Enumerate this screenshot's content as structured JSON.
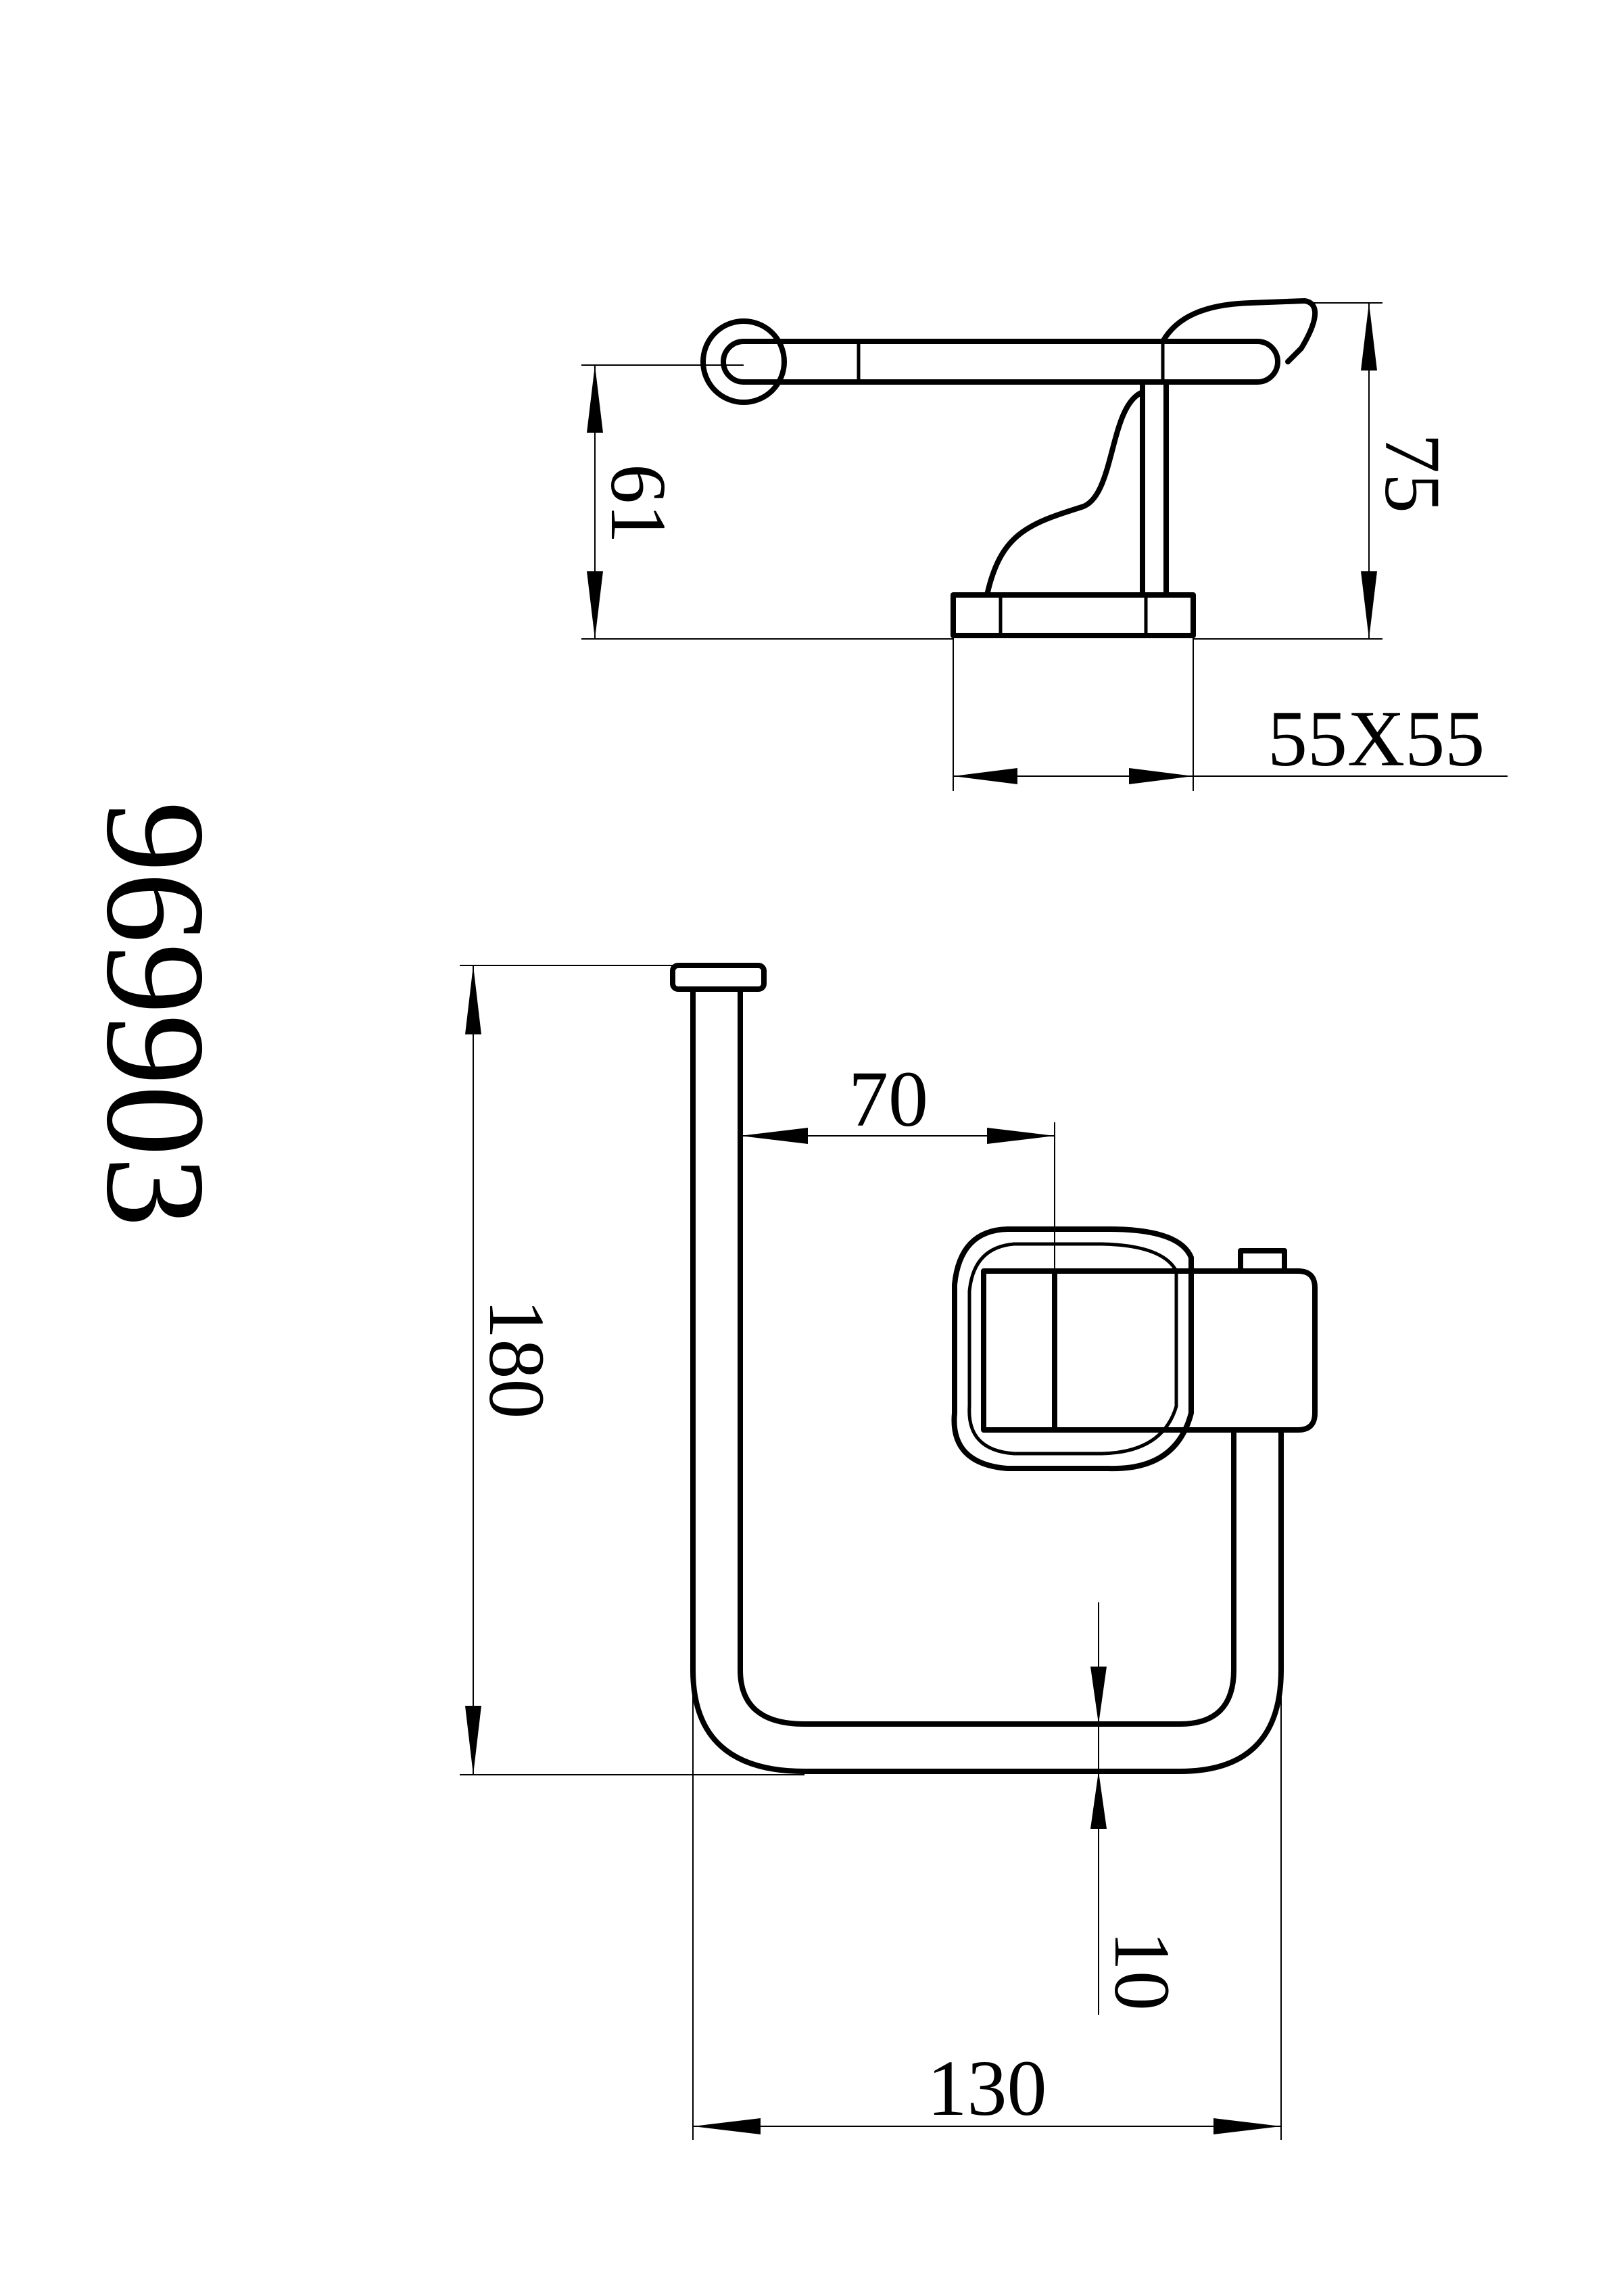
{
  "drawing": {
    "model_number": "969903",
    "top_view": {
      "height_to_bar_center": "61",
      "overall_height": "75",
      "base_size": "55X55"
    },
    "front_view": {
      "overall_height": "180",
      "bar_offset": "70",
      "bar_thickness": "10",
      "overall_width": "130"
    }
  }
}
